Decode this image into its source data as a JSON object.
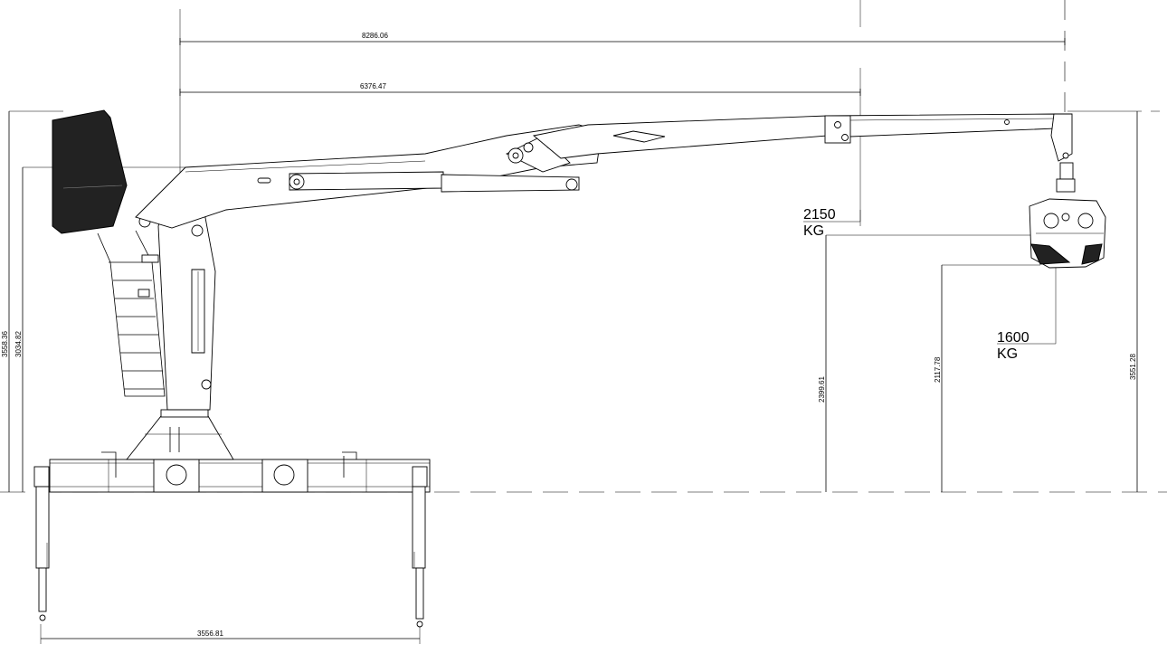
{
  "dimensions": {
    "total_reach": "8286.06",
    "main_reach": "6376.47",
    "height_left_outer": "3558.36",
    "height_left_inner": "3034.82",
    "height_2150": "2399.61",
    "height_1600": "2117.78",
    "height_tip": "3551.28",
    "outrigger_span": "3556.81"
  },
  "loads": [
    {
      "value": "2150",
      "unit": "KG"
    },
    {
      "value": "1600",
      "unit": "KG"
    }
  ]
}
